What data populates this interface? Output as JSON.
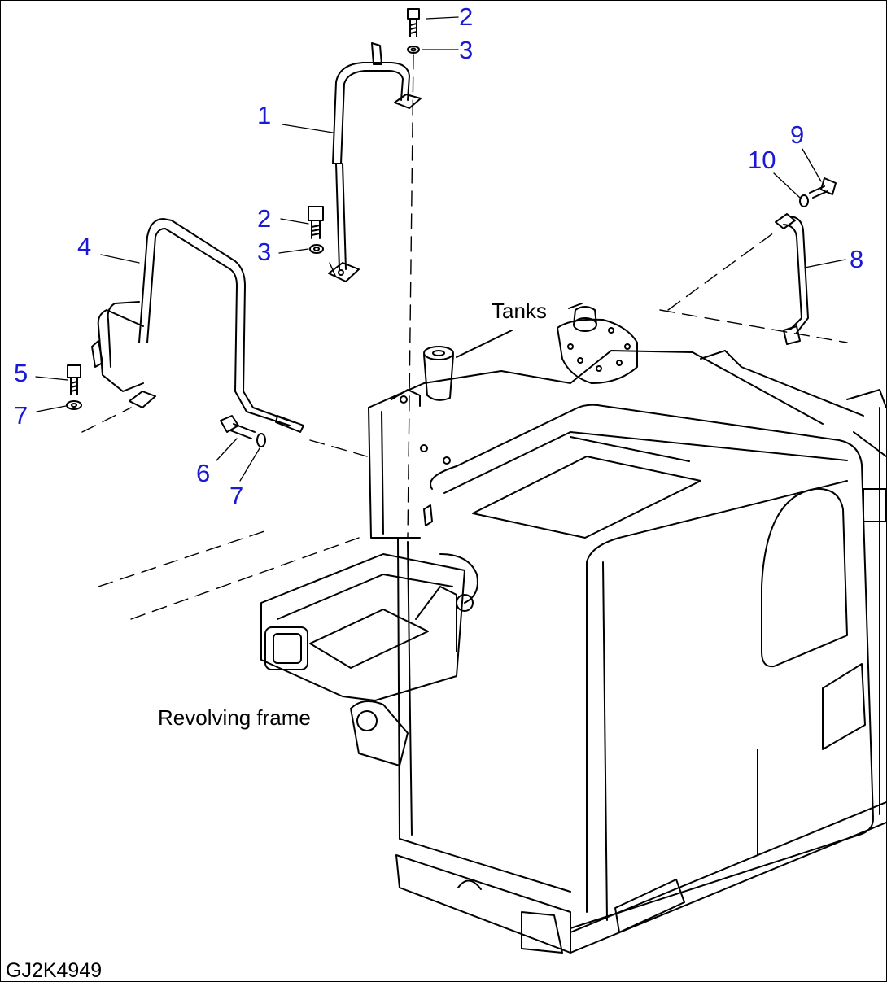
{
  "drawing_code": "GJ2K4949",
  "annotations": {
    "tanks": "Tanks",
    "revolving_frame": "Revolving frame"
  },
  "part_labels": [
    {
      "id": "p2a",
      "text": "2"
    },
    {
      "id": "p3a",
      "text": "3"
    },
    {
      "id": "p1",
      "text": "1"
    },
    {
      "id": "p2b",
      "text": "2"
    },
    {
      "id": "p3b",
      "text": "3"
    },
    {
      "id": "p4",
      "text": "4"
    },
    {
      "id": "p5",
      "text": "5"
    },
    {
      "id": "p7a",
      "text": "7"
    },
    {
      "id": "p6",
      "text": "6"
    },
    {
      "id": "p7b",
      "text": "7"
    },
    {
      "id": "p9",
      "text": "9"
    },
    {
      "id": "p10",
      "text": "10"
    },
    {
      "id": "p8",
      "text": "8"
    }
  ],
  "colors": {
    "label_blue": "#1a1ad6",
    "line": "#000000",
    "background": "#ffffff"
  }
}
